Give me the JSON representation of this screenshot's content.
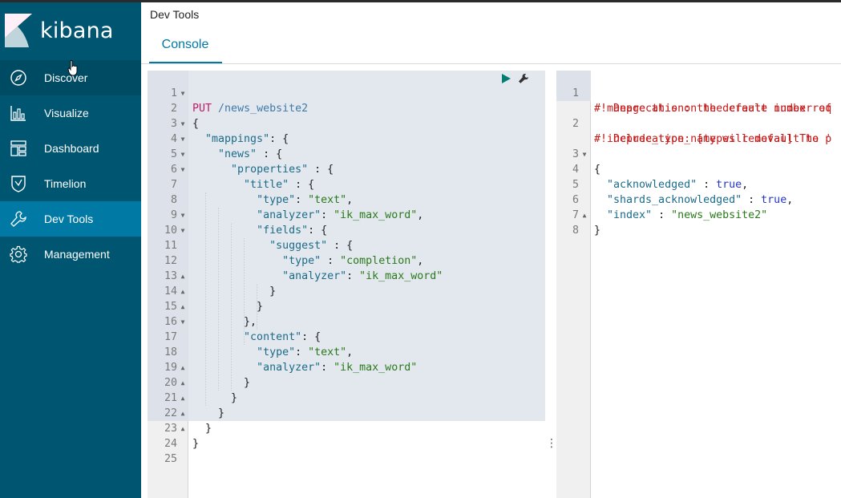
{
  "sidebar": {
    "logo_text": "kibana",
    "items": [
      {
        "label": "Discover",
        "icon": "compass-icon"
      },
      {
        "label": "Visualize",
        "icon": "chart-icon"
      },
      {
        "label": "Dashboard",
        "icon": "dashboard-icon"
      },
      {
        "label": "Timelion",
        "icon": "shield-icon"
      },
      {
        "label": "Dev Tools",
        "icon": "wrench-icon"
      },
      {
        "label": "Management",
        "icon": "gear-icon"
      }
    ],
    "active_item": "Dev Tools",
    "colors": {
      "background": "#005571",
      "active": "#0079a5"
    }
  },
  "header": {
    "title": "Dev Tools",
    "tabs": [
      {
        "label": "Console"
      }
    ]
  },
  "editor": {
    "line_numbers": [
      "1",
      "2",
      "3",
      "4",
      "5",
      "6",
      "7",
      "8",
      "9",
      "10",
      "11",
      "12",
      "13",
      "14",
      "15",
      "16",
      "17",
      "18",
      "19",
      "20",
      "21",
      "22",
      "23",
      "24",
      "25"
    ],
    "request_method": "PUT",
    "request_url": "/news_website2",
    "keys": {
      "mappings": "\"mappings\"",
      "news": "\"news\"",
      "properties": "\"properties\"",
      "title": "\"title\"",
      "type": "\"type\"",
      "analyzer": "\"analyzer\"",
      "fields": "\"fields\"",
      "suggest": "\"suggest\"",
      "content": "\"content\""
    },
    "values": {
      "text": "\"text\"",
      "ik_max_word": "\"ik_max_word\"",
      "completion": "\"completion\""
    },
    "buttons": {
      "run": "play-icon",
      "settings": "wrench-icon"
    }
  },
  "output": {
    "line_numbers": [
      "1",
      "2",
      "3",
      "4",
      "5",
      "6",
      "7",
      "8"
    ],
    "deprecation_1a": "#! Deprecation: the default number of",
    "deprecation_1b": "  manage this on the create index req",
    "deprecation_2a": "#! Deprecation: [types removal] The p",
    "deprecation_2b": "  include_type_name will default to '",
    "keys": {
      "acknowledged": "\"acknowledged\"",
      "shards_acknowledged": "\"shards_acknowledged\"",
      "index": "\"index\""
    },
    "values": {
      "true": "true",
      "index": "\"news_website2\""
    }
  }
}
